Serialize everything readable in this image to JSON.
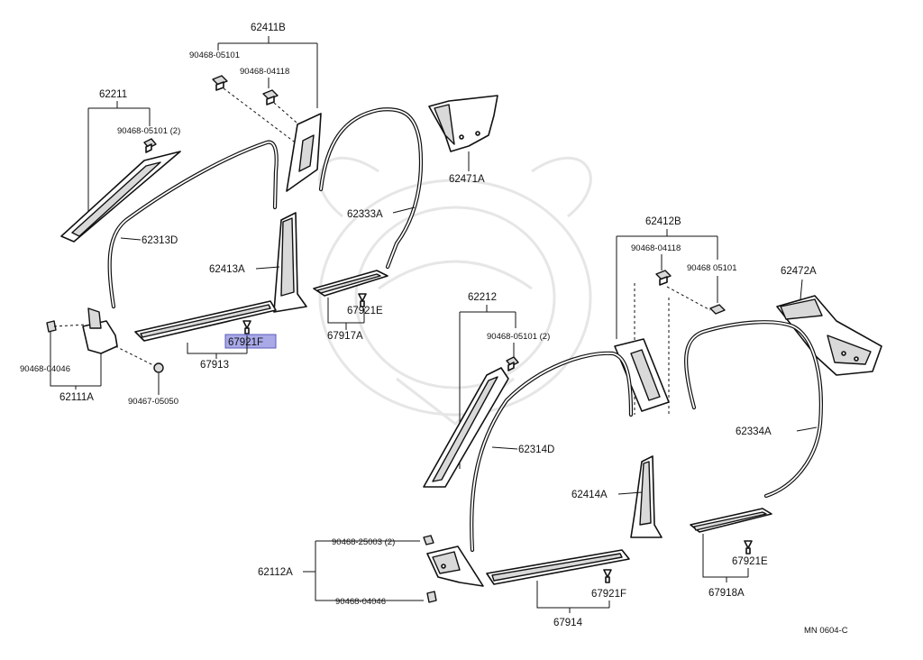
{
  "labels": {
    "p62411B": "62411B",
    "p90468_05101_a": "90468-05101",
    "p90468_04118_a": "90468-04118",
    "p62211": "62211",
    "p90468_05101_2a": "90468-05101  (2)",
    "p62313D": "62313D",
    "p62333A": "62333A",
    "p62471A": "62471A",
    "p62413A": "62413A",
    "p67921E_a": "67921E",
    "p67917A": "67917A",
    "p67921F_a": "67921F",
    "p67913": "67913",
    "p90468_04046_a": "90468-04046",
    "p62111A": "62111A",
    "p90467_05050": "90467-05050",
    "p62412B": "62412B",
    "p90468_04118_b": "90468-04118",
    "p90468_05101_b": "90468 05101",
    "p62472A": "62472A",
    "p62212": "62212",
    "p90468_05101_2b": "90468-05101 (2)",
    "p62314D": "62314D",
    "p62334A": "62334A",
    "p62414A": "62414A",
    "p90468_25003": "90468-25003 (2)",
    "p62112A": "62112A",
    "p90468_04046_b": "90468-04046",
    "p67921F_b": "67921F",
    "p67914": "67914",
    "p67921E_b": "67921E",
    "p67918A": "67918A",
    "diagram_code": "MN  0604-C"
  },
  "colors": {
    "highlight_fill": "#a9a9e8",
    "line": "#111111",
    "watermark": "#e6e6e6"
  }
}
